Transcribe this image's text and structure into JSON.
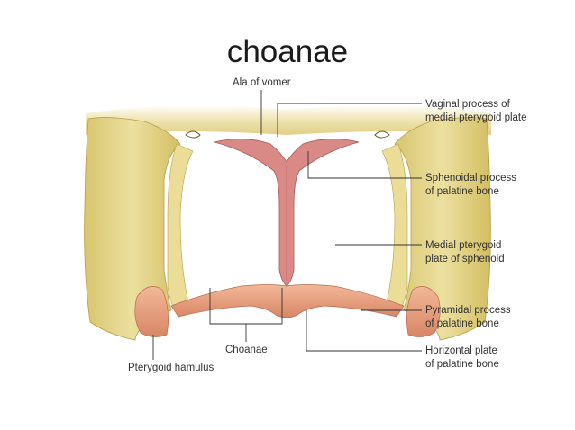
{
  "slide": {
    "title": "choanae"
  },
  "labels": {
    "ala_of_vomer": "Ala of vomer",
    "vaginal_process_1": "Vaginal process of",
    "vaginal_process_2": "medial pterygoid plate",
    "sphenoidal_process_1": "Sphenoidal process",
    "sphenoidal_process_2": "of palatine bone",
    "medial_pterygoid_1": "Medial pterygoid",
    "medial_pterygoid_2": "plate of sphenoid",
    "pyramidal_process_1": "Pyramidal process",
    "pyramidal_process_2": "of palatine bone",
    "horizontal_plate_1": "Horizontal plate",
    "horizontal_plate_2": "of palatine bone",
    "choanae": "Choanae",
    "pterygoid_hamulus": "Pterygoid hamulus"
  },
  "colors": {
    "bone": "#e6d78c",
    "bone_shadow": "#c9b45a",
    "palatine": "#e9a07f",
    "palatine_dark": "#cf7a5c",
    "vomer": "#d98a86"
  }
}
